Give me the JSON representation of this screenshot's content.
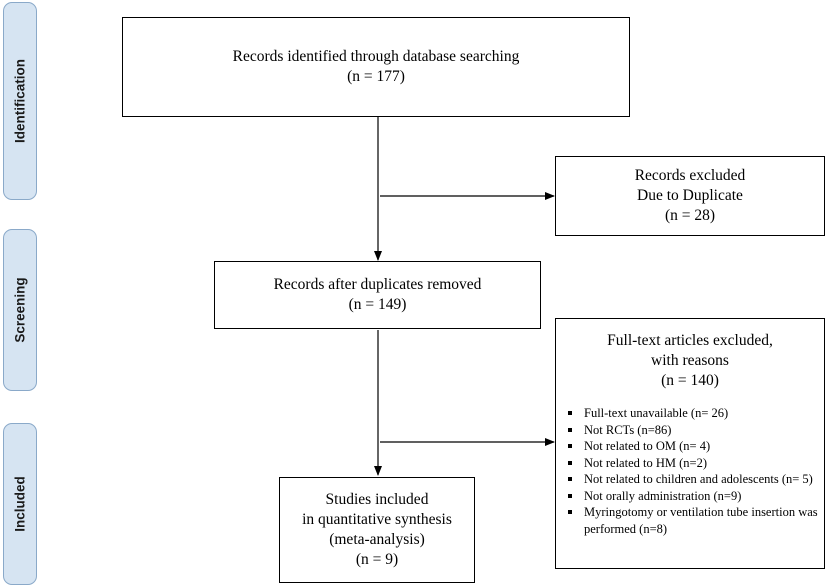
{
  "phases": {
    "identification": "Identification",
    "screening": "Screening",
    "included": "Included"
  },
  "boxes": {
    "identified": {
      "line1": "Records identified through database searching",
      "line2": "(n = 177)"
    },
    "duplicates_excluded": {
      "line1": "Records excluded",
      "line2": "Due to Duplicate",
      "line3": "(n = 28)"
    },
    "after_duplicates": {
      "line1": "Records after duplicates removed",
      "line2": "(n = 149)"
    },
    "fulltext_excluded": {
      "line1": "Full-text articles excluded,",
      "line2": "with reasons",
      "line3": "(n = 140)",
      "reasons": [
        "Full-text unavailable (n= 26)",
        "Not RCTs (n=86)",
        "Not related to OM (n= 4)",
        "Not related to HM (n=2)",
        "Not related to children and adolescents (n= 5)",
        "Not orally administration (n=9)",
        "Myringotomy or ventilation tube insertion was performed (n=8)"
      ]
    },
    "included": {
      "line1": "Studies included",
      "line2": "in quantitative synthesis",
      "line3": "(meta-analysis)",
      "line4": "(n = 9)"
    }
  }
}
